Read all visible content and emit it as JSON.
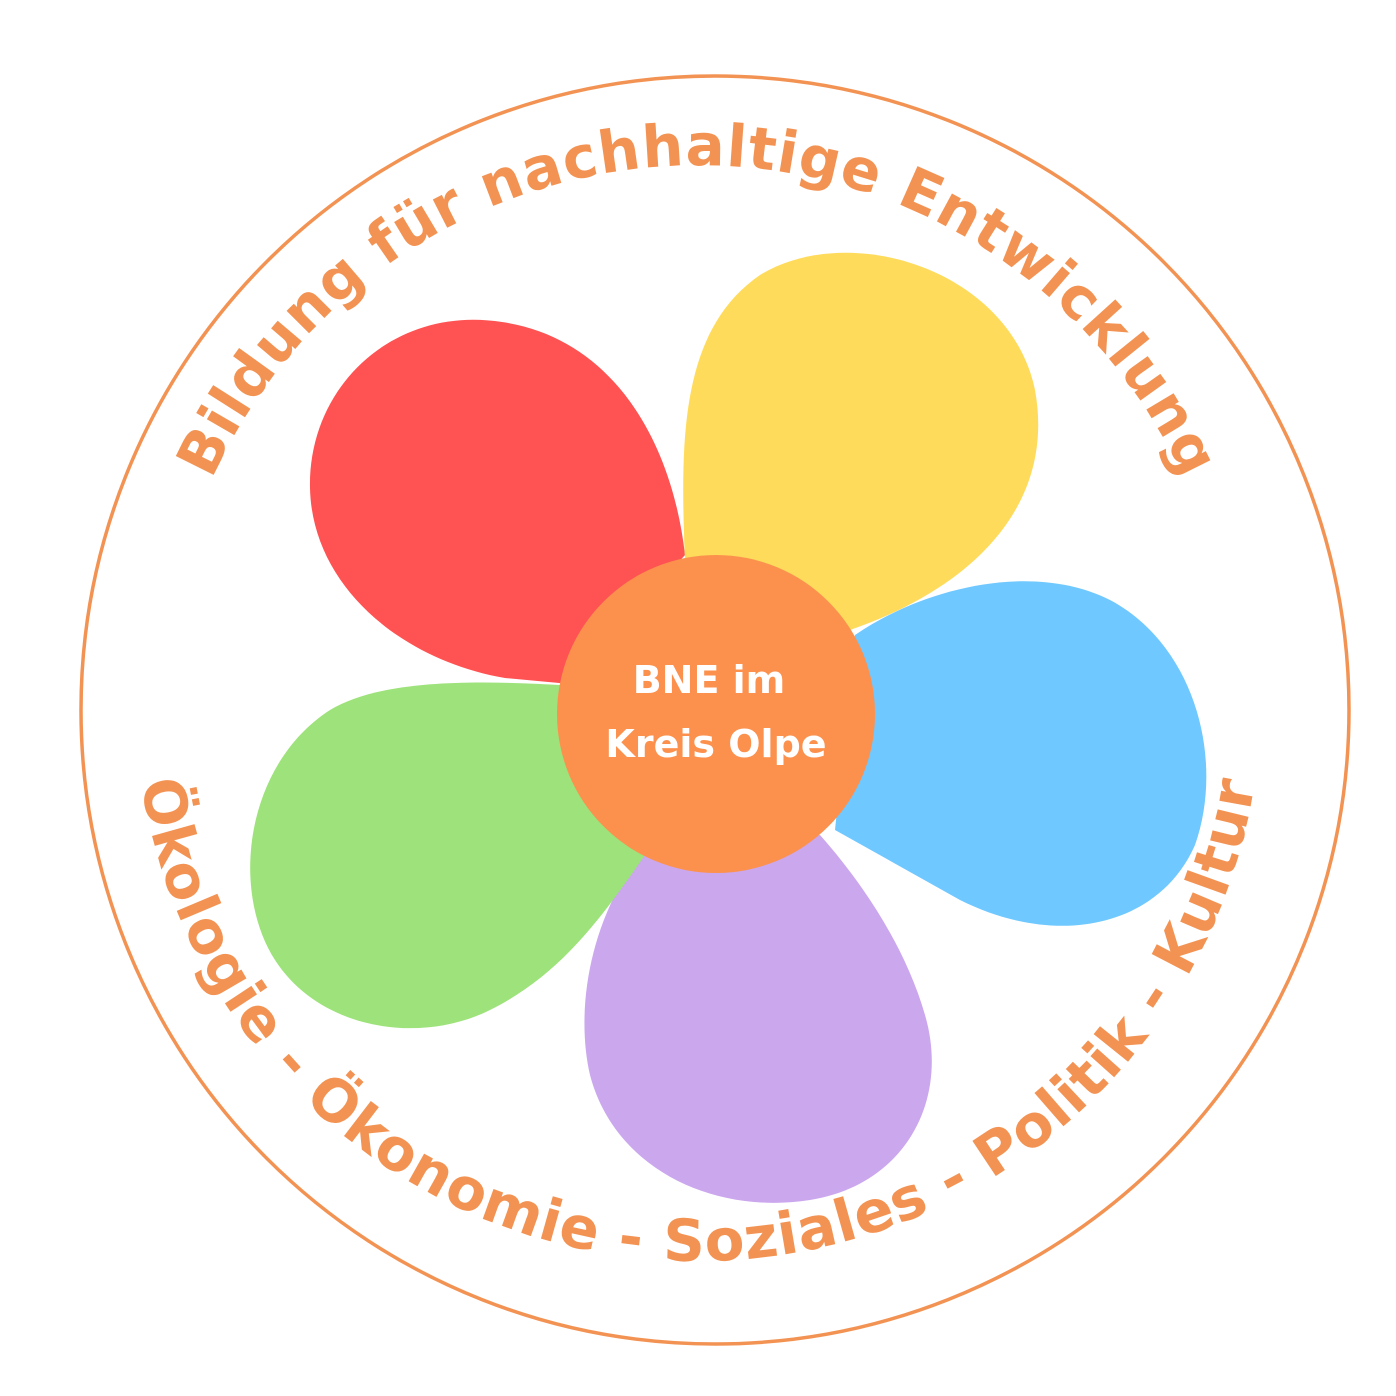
{
  "logo": {
    "top_text": "Bildung für nachhaltige Entwicklung",
    "bottom_text": "Ökologie - Ökonomie  - Soziales - Politik - Kultur",
    "center_line1": "BNE im",
    "center_line2": "Kreis Olpe"
  },
  "colors": {
    "accent": "#F39353",
    "center": "#FC914E",
    "center_text": "#FFFFFF",
    "petal_red": "#FF5252",
    "petal_yellow": "#FFDB5C",
    "petal_blue": "#6FC8FF",
    "petal_purple": "#CBA7EE",
    "petal_green": "#9DE27A"
  }
}
